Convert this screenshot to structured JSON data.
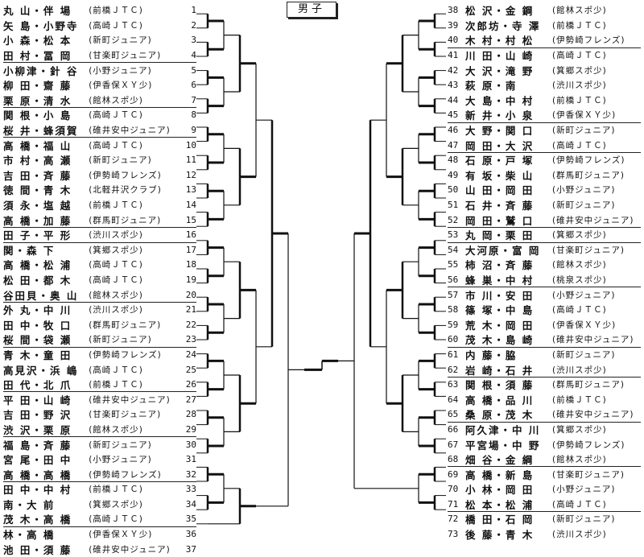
{
  "title": "男子",
  "left": [
    {
      "n": 1,
      "name": "丸 山・伴 場",
      "club": "(前橋ＪＴＣ)"
    },
    {
      "n": 2,
      "name": "矢 島・小野寺",
      "club": "(高崎ＪＴＣ)"
    },
    {
      "n": 3,
      "name": "小 森・松 本",
      "club": "(新町ジュニア)"
    },
    {
      "n": 4,
      "name": "田 村・冨 岡",
      "club": "(甘楽町ジュニア)"
    },
    {
      "n": 5,
      "name": "小柳津・針 谷",
      "club": "(小野ジュニア)"
    },
    {
      "n": 6,
      "name": "柳 田・齋 藤",
      "club": "(伊香保ＸＹ少)"
    },
    {
      "n": 7,
      "name": "栗 原・清 水",
      "club": "(館林スポ少)"
    },
    {
      "n": 8,
      "name": "関 根・小 島",
      "club": "(高崎ＪＴＣ)"
    },
    {
      "n": 9,
      "name": "桜 井・蜂須賀",
      "club": "(碓井安中ジュニア)"
    },
    {
      "n": 10,
      "name": "高 橋・福 山",
      "club": "(高崎ＪＴＣ)"
    },
    {
      "n": 11,
      "name": "市 村・高 瀬",
      "club": "(新町ジュニア)"
    },
    {
      "n": 12,
      "name": "吉 田・斉 藤",
      "club": "(伊勢崎フレンズ)"
    },
    {
      "n": 13,
      "name": "徳 間・青 木",
      "club": "(北軽井沢クラブ)"
    },
    {
      "n": 14,
      "name": "須 永・塩 越",
      "club": "(前橋ＪＴＣ)"
    },
    {
      "n": 15,
      "name": "高 橋・加 藤",
      "club": "(群馬町ジュニア)"
    },
    {
      "n": 16,
      "name": "田 子・平 形",
      "club": "(渋川スポ少)"
    },
    {
      "n": 17,
      "name": "関・森 下",
      "club": "(箕郷スポ少)"
    },
    {
      "n": 18,
      "name": "高 橋・松 浦",
      "club": "(高崎ＪＴＣ)"
    },
    {
      "n": 19,
      "name": "松 田・都 木",
      "club": "(高崎ＪＴＣ)"
    },
    {
      "n": 20,
      "name": "谷田貝・奥 山",
      "club": "(館林スポ少)"
    },
    {
      "n": 21,
      "name": "外 丸・中 川",
      "club": "(渋川スポ少)"
    },
    {
      "n": 22,
      "name": "田 中・牧 口",
      "club": "(群馬町ジュニア)"
    },
    {
      "n": 23,
      "name": "桜 間・袋 瀬",
      "club": "(新町ジュニア)"
    },
    {
      "n": 24,
      "name": "青 木・童 田",
      "club": "(伊勢崎フレンズ)"
    },
    {
      "n": 25,
      "name": "高見沢・浜 嶋",
      "club": "(高崎ＪＴＣ)"
    },
    {
      "n": 26,
      "name": "田 代・北 爪",
      "club": "(前橋ＪＴＣ)"
    },
    {
      "n": 27,
      "name": "平 田・山 崎",
      "club": "(碓井安中ジュニア)"
    },
    {
      "n": 28,
      "name": "吉 田・野 沢",
      "club": "(甘楽町ジュニア)"
    },
    {
      "n": 29,
      "name": "渋 沢・栗 原",
      "club": "(館林スポ少)"
    },
    {
      "n": 30,
      "name": "福 島・斉 藤",
      "club": "(新町ジュニア)"
    },
    {
      "n": 31,
      "name": "宮 尾・田 中",
      "club": "(小野ジュニア)"
    },
    {
      "n": 32,
      "name": "高 橋・高 橋",
      "club": "(伊勢崎フレンズ)"
    },
    {
      "n": 33,
      "name": "田 中・中 村",
      "club": "(前橋ＪＴＣ)"
    },
    {
      "n": 34,
      "name": "南・大 前",
      "club": "(箕郷スポ少)"
    },
    {
      "n": 35,
      "name": "茂 木・高 橋",
      "club": "(高崎ＪＴＣ)"
    },
    {
      "n": 36,
      "name": "林・高 橋",
      "club": "(伊香保ＸＹ少)"
    },
    {
      "n": 37,
      "name": "池 田・須 藤",
      "club": "(碓井安中ジュニア)"
    }
  ],
  "right": [
    {
      "n": 38,
      "name": "松 沢・金 鋼",
      "club": "(館林スポ少)"
    },
    {
      "n": 39,
      "name": "次郎坊・寺 澤",
      "club": "(前橋ＪＴＣ)"
    },
    {
      "n": 40,
      "name": "木 村・村 松",
      "club": "(伊勢崎フレンズ)"
    },
    {
      "n": 41,
      "name": "川 田・山 崎",
      "club": "(高崎ＪＴＣ)"
    },
    {
      "n": 42,
      "name": "大 沢・滝 野",
      "club": "(箕郷スポ少)"
    },
    {
      "n": 43,
      "name": "萩 原・南",
      "club": "(渋川スポ少)"
    },
    {
      "n": 44,
      "name": "大 島・中 村",
      "club": "(前橋ＪＴＣ)"
    },
    {
      "n": 45,
      "name": "新 井・小 泉",
      "club": "(伊香保ＸＹ少)"
    },
    {
      "n": 46,
      "name": "大 野・関 口",
      "club": "(新町ジュニア)"
    },
    {
      "n": 47,
      "name": "岡 田・大 沢",
      "club": "(高崎ＪＴＣ)"
    },
    {
      "n": 48,
      "name": "石 原・戸 塚",
      "club": "(伊勢崎フレンズ)"
    },
    {
      "n": 49,
      "name": "有 坂・柴 山",
      "club": "(群馬町ジュニア)"
    },
    {
      "n": 50,
      "name": "山 田・岡 田",
      "club": "(小野ジュニア)"
    },
    {
      "n": 51,
      "name": "石 井・斉 藤",
      "club": "(新町ジュニア)"
    },
    {
      "n": 52,
      "name": "岡 田・鷲 口",
      "club": "(碓井安中ジュニア)"
    },
    {
      "n": 53,
      "name": "丸 岡・栗 田",
      "club": "(箕郷スポ少)"
    },
    {
      "n": 54,
      "name": "大河原・富 岡",
      "club": "(甘楽町ジュニア)"
    },
    {
      "n": 55,
      "name": "柿 沼・斉 藤",
      "club": "(館林スポ少)"
    },
    {
      "n": 56,
      "name": "蜂 巣・中 村",
      "club": "(桃泉スポ少)"
    },
    {
      "n": 57,
      "name": "市 川・安 田",
      "club": "(小野ジュニア)"
    },
    {
      "n": 58,
      "name": "篠 塚・中 島",
      "club": "(高崎ＪＴＣ)"
    },
    {
      "n": 59,
      "name": "荒 木・岡 田",
      "club": "(伊香保ＸＹ少)"
    },
    {
      "n": 60,
      "name": "茂 木・島 崎",
      "club": "(碓井安中ジュニア)"
    },
    {
      "n": 61,
      "name": "内 藤・脇",
      "club": "(新町ジュニア)"
    },
    {
      "n": 62,
      "name": "岩 崎・石 井",
      "club": "(渋川スポ少)"
    },
    {
      "n": 63,
      "name": "関 根・須 藤",
      "club": "(群馬町ジュニア)"
    },
    {
      "n": 64,
      "name": "高 橋・品 川",
      "club": "(前橋ＪＴＣ)"
    },
    {
      "n": 65,
      "name": "桑 原・茂 木",
      "club": "(碓井安中ジュニア)"
    },
    {
      "n": 66,
      "name": "阿久津・中 川",
      "club": "(箕郷スポ少)"
    },
    {
      "n": 67,
      "name": "平宮場・中 野",
      "club": "(伊勢崎フレンズ)"
    },
    {
      "n": 68,
      "name": "畑 谷・金 綱",
      "club": "(館林スポ少)"
    },
    {
      "n": 69,
      "name": "高 橋・新 島",
      "club": "(甘楽町ジュニア)"
    },
    {
      "n": 70,
      "name": "小 林・岡 田",
      "club": "(小野ジュニア)"
    },
    {
      "n": 71,
      "name": "松 本・松 浦",
      "club": "(高崎ＪＴＣ)"
    },
    {
      "n": 72,
      "name": "橋 田・石 岡",
      "club": "(新町ジュニア)"
    },
    {
      "n": 73,
      "name": "後 藤・青 木",
      "club": "(渋川スポ少)"
    }
  ],
  "underlined_left": [
    4,
    7,
    9,
    15,
    16,
    20,
    23,
    26,
    29,
    32,
    35
  ],
  "underlined_right": [
    40,
    45,
    47,
    52,
    53,
    56,
    60,
    62,
    65,
    68,
    71
  ]
}
